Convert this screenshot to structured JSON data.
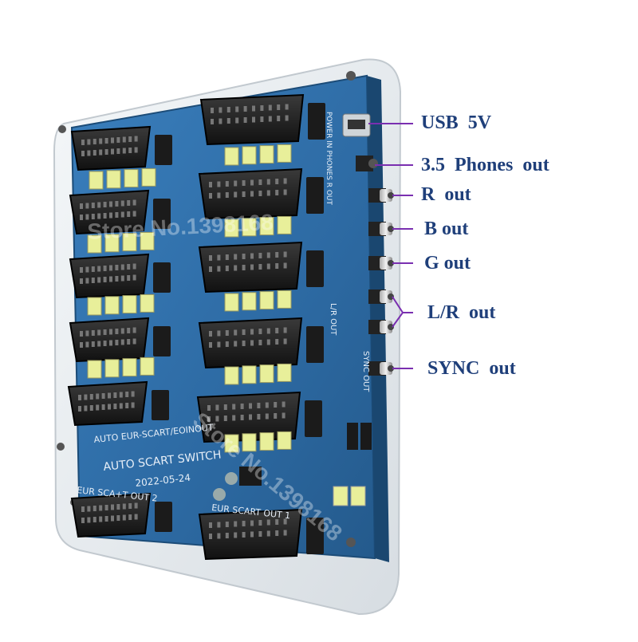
{
  "callouts": [
    {
      "label": "USB  5V"
    },
    {
      "label": "3.5  Phones  out"
    },
    {
      "label": "R  out"
    },
    {
      "label": "B out"
    },
    {
      "label": "G out"
    },
    {
      "label": "L/R  out"
    },
    {
      "label": "SYNC  out"
    }
  ],
  "board": {
    "silk_main": "AUTO EUR-SCART/EOINOUT",
    "silk_switch": "AUTO SCART SWITCH",
    "silk_date": "2022-05-24",
    "silk_out1": "EUR SCART OUT 1",
    "silk_out2": "EUR SCA+T OUT 2",
    "silk_sync": "SYNC OUT",
    "silk_lr": "L/R OUT",
    "silk_power": "POWER IN PHONES R OUT"
  },
  "watermarks": {
    "primary": "Store No.1398168",
    "secondary": "Store No.1398168"
  },
  "colors": {
    "pcb": "#2f6fa8",
    "pcb_dark": "#1f4f80",
    "acrylic": "#e9eef2",
    "callout_line": "#7a2fb0",
    "label": "#1f3f7a",
    "capacitor": "#e8ef9a"
  }
}
